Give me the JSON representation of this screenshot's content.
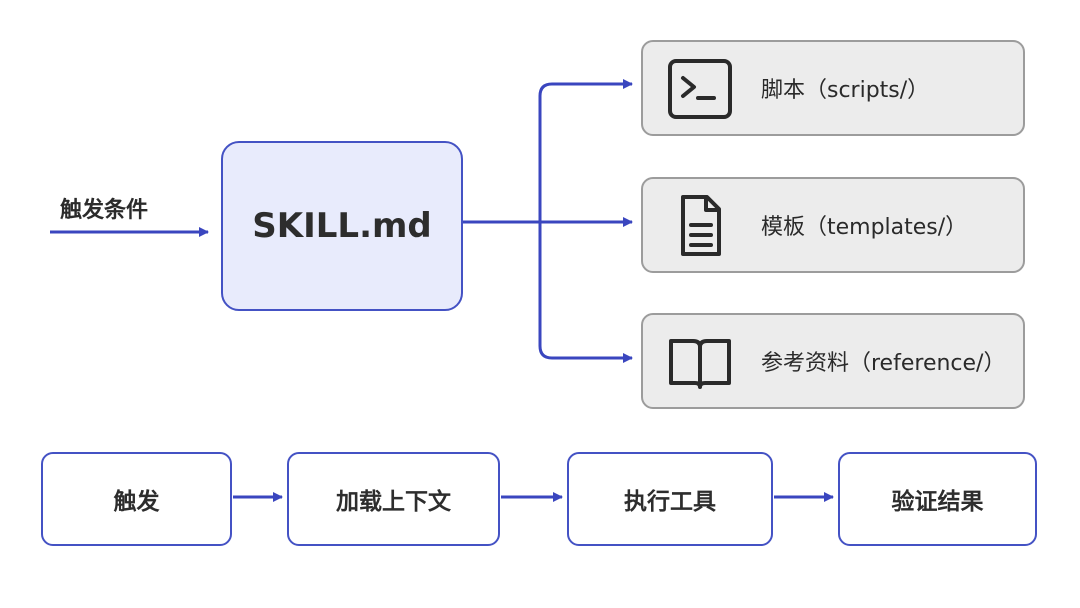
{
  "input": {
    "label": "触发条件"
  },
  "center": {
    "label": "SKILL.md"
  },
  "resources": [
    {
      "label": "脚本（scripts/）",
      "icon": "terminal-icon"
    },
    {
      "label": "模板（templates/）",
      "icon": "document-icon"
    },
    {
      "label": "参考资料（reference/）",
      "icon": "open-book-icon"
    }
  ],
  "flow": [
    {
      "label": "触发"
    },
    {
      "label": "加载上下文"
    },
    {
      "label": "执行工具"
    },
    {
      "label": "验证结果"
    }
  ],
  "colors": {
    "accent": "#3a46bf",
    "skill_fill": "#e8ebfc",
    "resource_fill": "#ececec",
    "resource_border": "#9c9c9c"
  }
}
